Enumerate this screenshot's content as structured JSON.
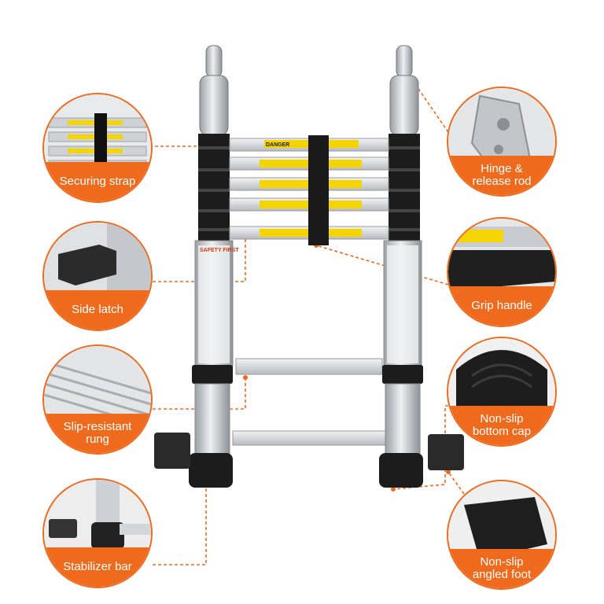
{
  "colors": {
    "accent": "#f06a1d",
    "aluminum": "#c9cdd1",
    "black": "#1c1c1c",
    "label": "#f5d400"
  },
  "callouts": {
    "securing_strap": "Securing strap",
    "side_latch": "Side latch",
    "slip_resistant_rung": "Slip-resistant\nrung",
    "stabilizer_bar": "Stabilizer bar",
    "hinge_release_rod": "Hinge &\nrelease rod",
    "grip_handle": "Grip handle",
    "non_slip_bottom_cap": "Non-slip\nbottom cap",
    "non_slip_angled_foot": "Non-slip\nangled foot"
  },
  "ladder": {
    "rung_warning": "DANGER",
    "safety_label": "SAFETY FIRST"
  }
}
